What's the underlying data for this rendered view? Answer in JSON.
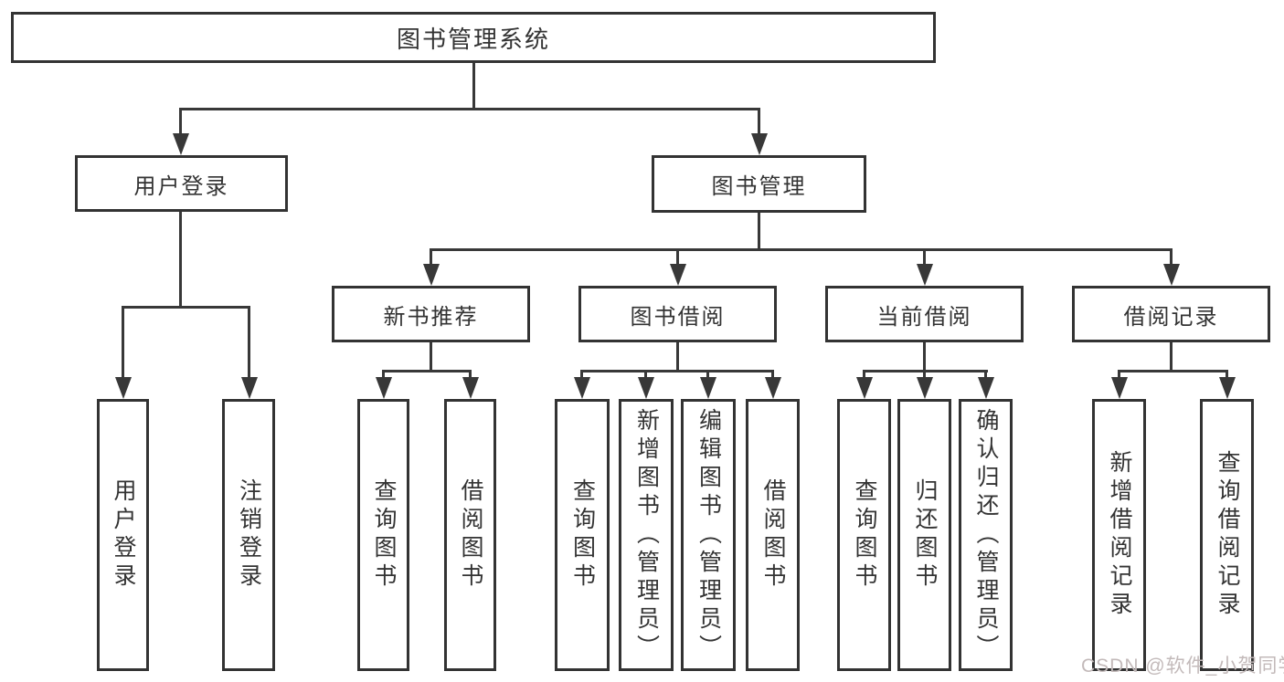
{
  "diagram": {
    "root": {
      "label": "图书管理系统"
    },
    "branches": [
      {
        "label": "用户登录",
        "leaves": [
          "用户登录",
          "注销登录"
        ]
      },
      {
        "label": "图书管理",
        "groups": [
          {
            "label": "新书推荐",
            "leaves": [
              "查询图书",
              "借阅图书"
            ]
          },
          {
            "label": "图书借阅",
            "leaves": [
              "查询图书",
              "新增图书（管理员）",
              "编辑图书（管理员）",
              "借阅图书"
            ]
          },
          {
            "label": "当前借阅",
            "leaves": [
              "查询图书",
              "归还图书",
              "确认归还（管理员）"
            ]
          },
          {
            "label": "借阅记录",
            "leaves": [
              "新增借阅记录",
              "查询借阅记录"
            ]
          }
        ]
      }
    ]
  },
  "watermark": {
    "text": "CSDN @软件_小贺同学"
  },
  "colors": {
    "line": "#383838",
    "box_border": "#333333",
    "text": "#333333",
    "watermark": "#c3baba",
    "background": "#ffffff"
  }
}
